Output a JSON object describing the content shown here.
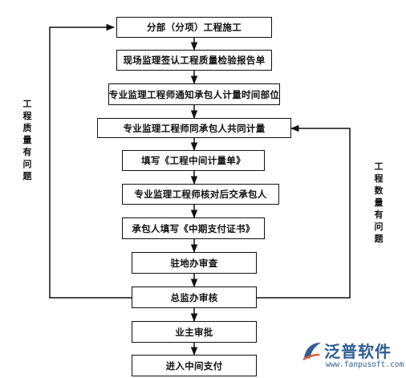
{
  "flowchart": {
    "steps": [
      "分部（分项）工程施工",
      "现场监理签认工程质量检验报告单",
      "专业监理工程师通知承包人计量时间部位",
      "专业监理工程师同承包人共同计量",
      "填写《工程中间计量单》",
      "专业监理工程师核对后交承包人",
      "承包人填写《中期支付证书》",
      "驻地办审查",
      "总监办审核",
      "业主审批",
      "进入中间支付"
    ],
    "left_loop_label": "工程质量有问题",
    "right_loop_label": "工程数量有问题"
  },
  "watermark": {
    "brand": "泛普软件",
    "url": "www.fanpusoft.com",
    "colors": {
      "text": "#2f5e94",
      "accent": "#e2572c"
    }
  }
}
